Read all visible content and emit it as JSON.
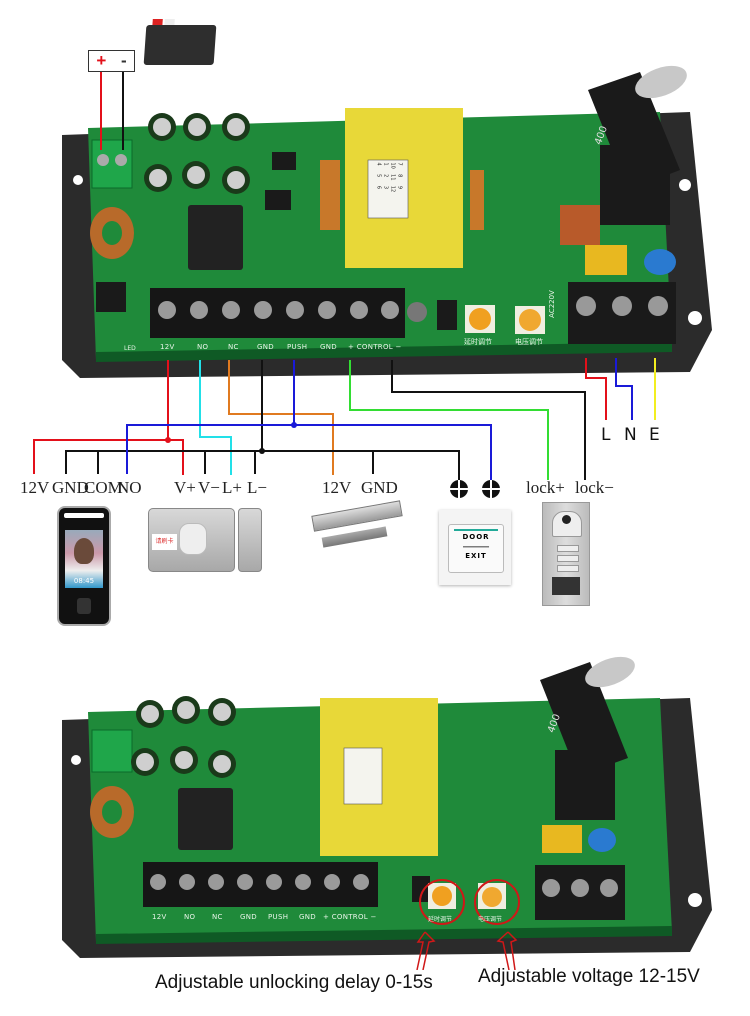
{
  "battery": {
    "plus": "+",
    "minus": "-"
  },
  "top_board": {
    "terminals": [
      "12V",
      "NO",
      "NC",
      "GND",
      "PUSH",
      "GND",
      "+ CONTROL −"
    ],
    "pot_labels": [
      "延时调节",
      "电压调节"
    ],
    "capacitor_text": "400",
    "ac_label": "AC220V",
    "led_label": "LED",
    "transformer_pins": [
      "7",
      "8",
      "9",
      "10",
      "11",
      "12",
      "1",
      "2",
      "3",
      "4",
      "5",
      "6"
    ]
  },
  "mains": {
    "labels": [
      "L",
      "N",
      "E"
    ]
  },
  "wiring": {
    "face_terminal_labels": [
      "12V",
      "GND",
      "COM",
      "NO"
    ],
    "lock_terminal_labels": [
      "V+",
      "V−",
      "L+",
      "L−"
    ],
    "maglock_labels": [
      "12V",
      "GND"
    ],
    "intercom_labels": [
      "lock+",
      "lock−"
    ],
    "wire_colors": {
      "red": "#e3101a",
      "cyan": "#22e0e8",
      "orange": "#e07a20",
      "black": "#111111",
      "blue": "#1a1ad8",
      "green": "#33dd33",
      "yellow": "#f2ee20"
    }
  },
  "devices": {
    "face_terminal_time": "08:45",
    "exit_button": {
      "line1": "DOOR",
      "line2": "EXIT"
    },
    "rim_lock_sticker": "请刷卡"
  },
  "bottom_board": {
    "terminals": [
      "12V",
      "NO",
      "NC",
      "GND",
      "PUSH",
      "GND",
      "+ CONTROL −"
    ],
    "pot_labels": [
      "延时调节",
      "电压调节"
    ],
    "capacitor_text": "400"
  },
  "captions": {
    "delay": "Adjustable unlocking delay 0-15s",
    "voltage": "Adjustable voltage 12-15V"
  },
  "colors": {
    "pcb_green": "#1f8a3a",
    "pcb_dark": "#0f5a25",
    "chassis": "#2a2a2a",
    "transformer_yellow": "#e8d838",
    "pot_orange": "#f0a020",
    "highlight_red": "#d01818"
  }
}
